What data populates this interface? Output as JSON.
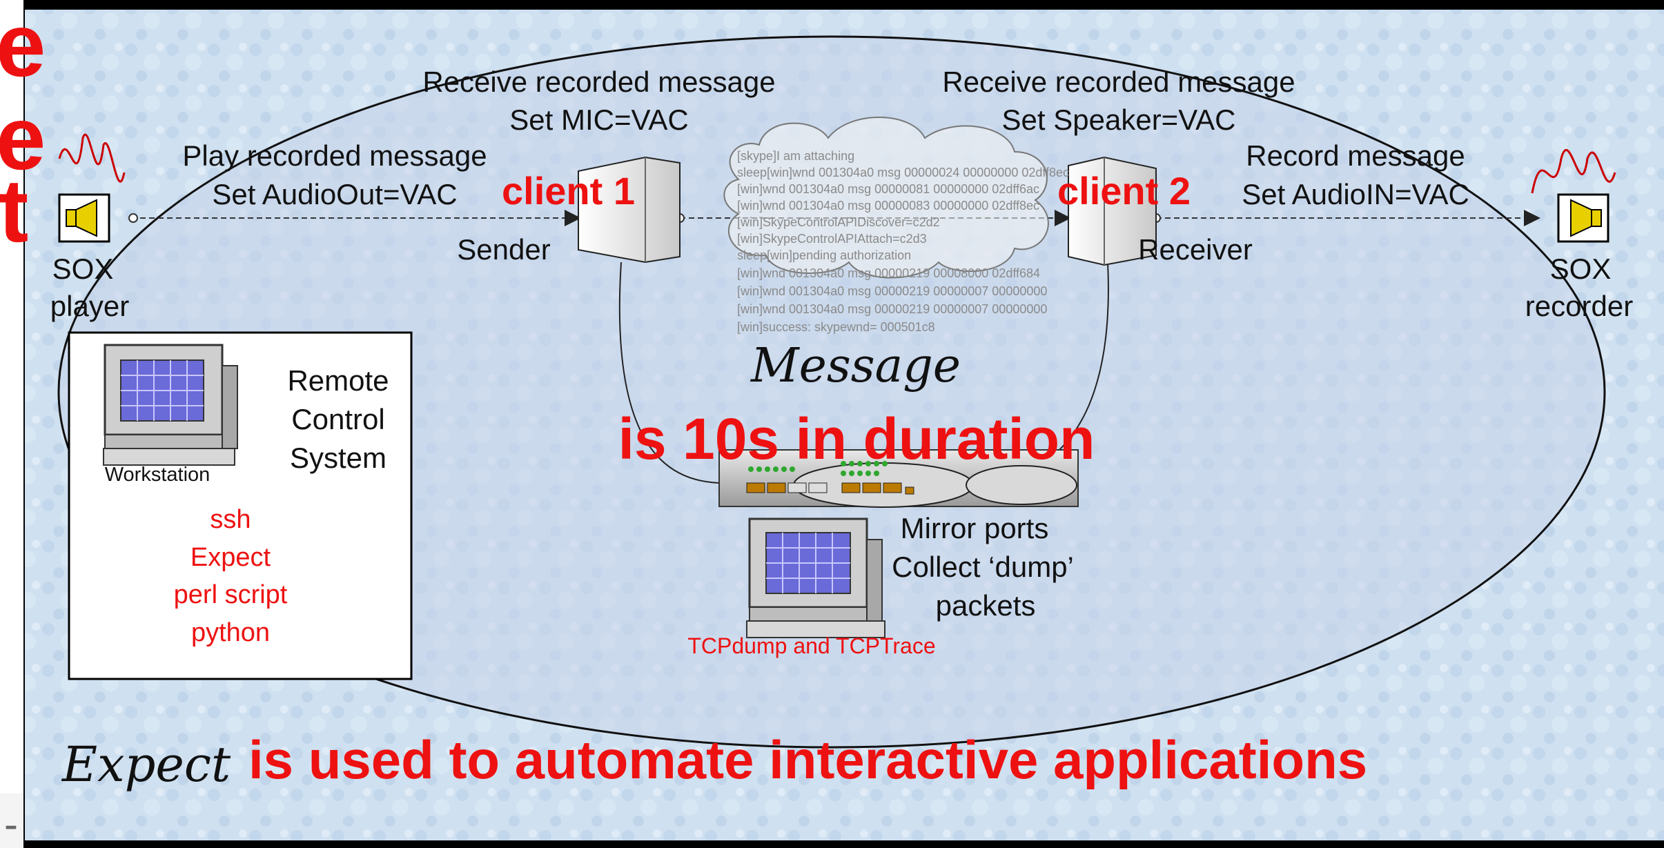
{
  "left_edge_letters": [
    "e",
    "e",
    "t"
  ],
  "left_edge_bottom_mark": "-",
  "sender_top_lines": [
    "Receive recorded message",
    "Set MIC=VAC"
  ],
  "receiver_top_lines": [
    "Receive recorded message",
    "Set Speaker=VAC"
  ],
  "player_lines": [
    "Play recorded message",
    "Set AudioOut=VAC"
  ],
  "recorder_lines": [
    "Record message",
    "Set AudioIN=VAC"
  ],
  "client1_label": "client 1",
  "client2_label": "client 2",
  "sender_label": "Sender",
  "receiver_label": "Receiver",
  "sox_player_lines": [
    "SOX",
    "player"
  ],
  "sox_recorder_lines": [
    "SOX",
    "recorder"
  ],
  "log_lines": [
    "[skype]I am attaching",
    "sleep[win]wnd 001304a0 msg 00000024 00000000 02dff8ec",
    "[win]wnd 001304a0 msg 00000081 00000000 02dff6ac",
    "[win]wnd 001304a0 msg 00000083 00000000 02dff8ec",
    "[win]SkypeControlAPIDiscover=c2d2",
    "[win]SkypeControlAPIAttach=c2d3",
    "sleep[win]pending authorization",
    "[win]wnd 001304a0 msg 00000219 00008000 02dff684",
    "[win]wnd 001304a0 msg 00000219 00000007 00000000",
    "[win]wnd 001304a0 msg 00000219 00000007 00000000",
    "[win]success: skypewnd= 000501c8"
  ],
  "message_word": "Message",
  "duration_text": "is 10s in duration",
  "mirror_lines": [
    "Mirror ports",
    "Collect ‘dump’",
    "packets"
  ],
  "tcpdump_label": "TCPdump and TCPTrace",
  "remote_lines": [
    "Remote",
    "Control",
    "System"
  ],
  "workstation_label": "Workstation",
  "tools": [
    "ssh",
    "Expect",
    "perl script",
    "python"
  ],
  "footer_script": "Expect",
  "footer_rest": "is used to automate interactive applications",
  "colors": {
    "accent_red": "#ee1111",
    "background": "#cfe0f0",
    "frame": "#000000"
  },
  "icons": [
    "speaker-icon",
    "workstation-icon",
    "network-switch-icon",
    "client-box-icon",
    "cloud-icon"
  ]
}
